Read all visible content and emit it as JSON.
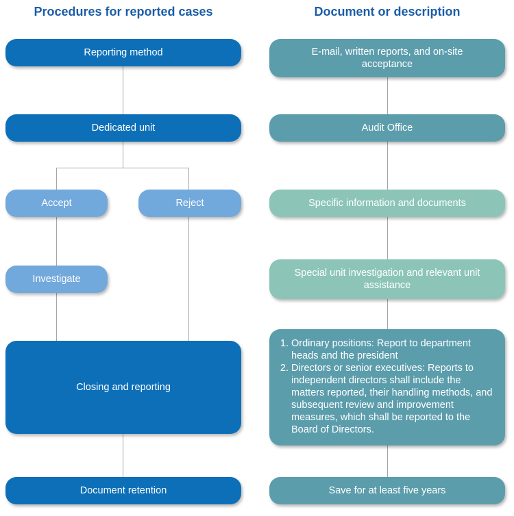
{
  "titles": {
    "left": "Procedures for reported cases",
    "right": "Document or description"
  },
  "procedures": {
    "reporting_method": "Reporting method",
    "dedicated_unit": "Dedicated unit",
    "accept": "Accept",
    "reject": "Reject",
    "investigate": "Investigate",
    "closing": "Closing and reporting",
    "retention": "Document retention"
  },
  "descriptions": {
    "reporting": "E-mail, written reports, and on-site acceptance",
    "unit": "Audit Office",
    "accept": "Specific information and documents",
    "investigate": "Special unit investigation and relevant unit assistance",
    "closing_items": [
      "Ordinary positions: Report to department heads and the president",
      "Directors or senior executives: Reports to independent directors shall include the matters reported, their handling methods, and subsequent review and improvement measures, which shall be reported to the Board of Directors."
    ],
    "retention": "Save for at least five years"
  },
  "colors": {
    "dark_blue": "#0d6fb8",
    "light_blue": "#72a9dc",
    "teal": "#5c9dac",
    "mint": "#8cc5b8",
    "connector": "#a6a6a6",
    "title": "#1a5da8"
  }
}
